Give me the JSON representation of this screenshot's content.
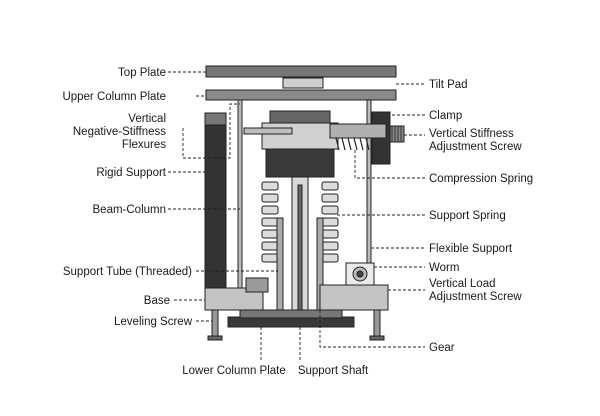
{
  "left_labels": {
    "top_plate": "Top Plate",
    "upper_column_plate": "Upper Column Plate",
    "vertical_neg_stiffness_flexures": [
      "Vertical",
      "Negative-Stiffness",
      "Flexures"
    ],
    "rigid_support": "Rigid Support",
    "beam_column": "Beam-Column",
    "support_tube": "Support Tube (Threaded)",
    "base": "Base",
    "leveling_screw": "Leveling Screw"
  },
  "right_labels": {
    "tilt_pad": "Tilt Pad",
    "clamp": "Clamp",
    "vertical_stiffness_adjustment_screw": [
      "Vertical Stiffness",
      "Adjustment Screw"
    ],
    "compression_spring": "Compression Spring",
    "support_spring": "Support Spring",
    "flexible_support": "Flexible Support",
    "worm": "Worm",
    "vertical_load_adjustment_screw": [
      "Vertical Load",
      "Adjustment Screw"
    ],
    "gear": "Gear"
  },
  "bottom_labels": {
    "lower_column_plate": "Lower Column Plate",
    "support_shaft": "Support Shaft"
  },
  "colors": {
    "dark": "#3a3a3a",
    "mid": "#8a8a8a",
    "light": "#c8c8c8",
    "outline": "#222222"
  }
}
